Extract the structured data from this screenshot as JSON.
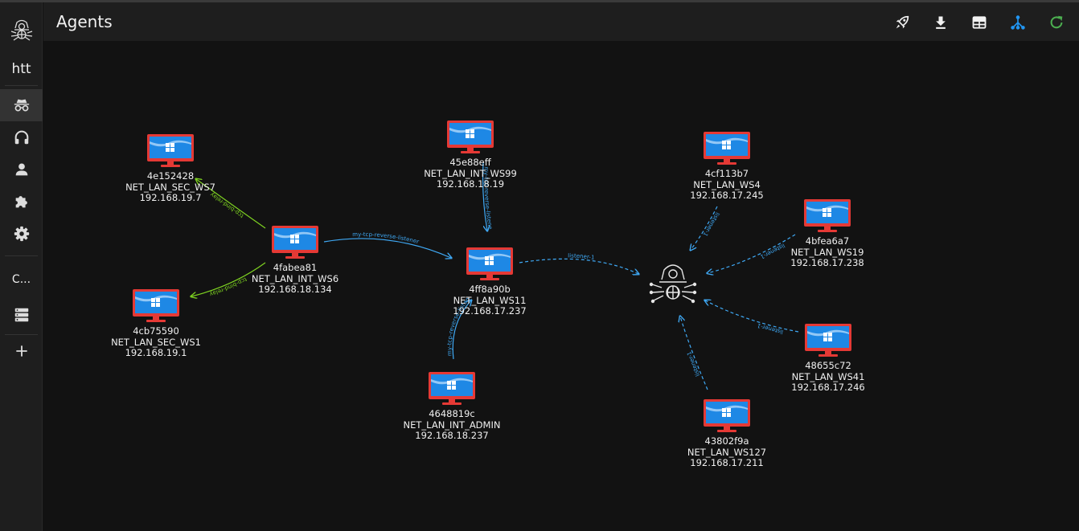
{
  "header": {
    "title": "Agents"
  },
  "sidebar": {
    "workspace": "htt",
    "section": "C..."
  },
  "toolbar": [
    "rocket-icon",
    "download-icon",
    "table-icon",
    "graph-icon",
    "refresh-icon"
  ],
  "colors": {
    "accent": "#2196f3",
    "refresh": "#4caf50",
    "link_bind": "#7ed321",
    "link_reverse": "#3fa9f5",
    "monitor_frame": "#e53935",
    "monitor_screen": "#1e88e5"
  },
  "agents": [
    {
      "id": "4e152428",
      "host": "NET_LAN_SEC_WS7",
      "ip": "192.168.19.7"
    },
    {
      "id": "4cb75590",
      "host": "NET_LAN_SEC_WS1",
      "ip": "192.168.19.1"
    },
    {
      "id": "4fabea81",
      "host": "NET_LAN_INT_WS6",
      "ip": "192.168.18.134"
    },
    {
      "id": "45e88eff",
      "host": "NET_LAN_INT_WS99",
      "ip": "192.168.18.19"
    },
    {
      "id": "4ff8a90b",
      "host": "NET_LAN_WS11",
      "ip": "192.168.17.237"
    },
    {
      "id": "4648819c",
      "host": "NET_LAN_INT_ADMIN",
      "ip": "192.168.18.237"
    },
    {
      "id": "4cf113b7",
      "host": "NET_LAN_WS4",
      "ip": "192.168.17.245"
    },
    {
      "id": "4bfea6a7",
      "host": "NET_LAN_WS19",
      "ip": "192.168.17.238"
    },
    {
      "id": "48655c72",
      "host": "NET_LAN_WS41",
      "ip": "192.168.17.246"
    },
    {
      "id": "43802f9a",
      "host": "NET_LAN_WS127",
      "ip": "192.168.17.211"
    }
  ],
  "links": {
    "bind_1": "tcp-bind-relay",
    "bind_2": "tcp-bind-relay",
    "reverse_main": "my-tcp-reverse-listener",
    "reverse_ws99": "my-tcp-reverse-listener",
    "reverse_admin": "my-tcp-reverse-listener",
    "listener_ws11": "listener-1",
    "listener_ws4": "listener-1",
    "listener_ws19": "listener-1",
    "listener_ws41": "listener-1",
    "listener_ws127": "listener-1"
  }
}
